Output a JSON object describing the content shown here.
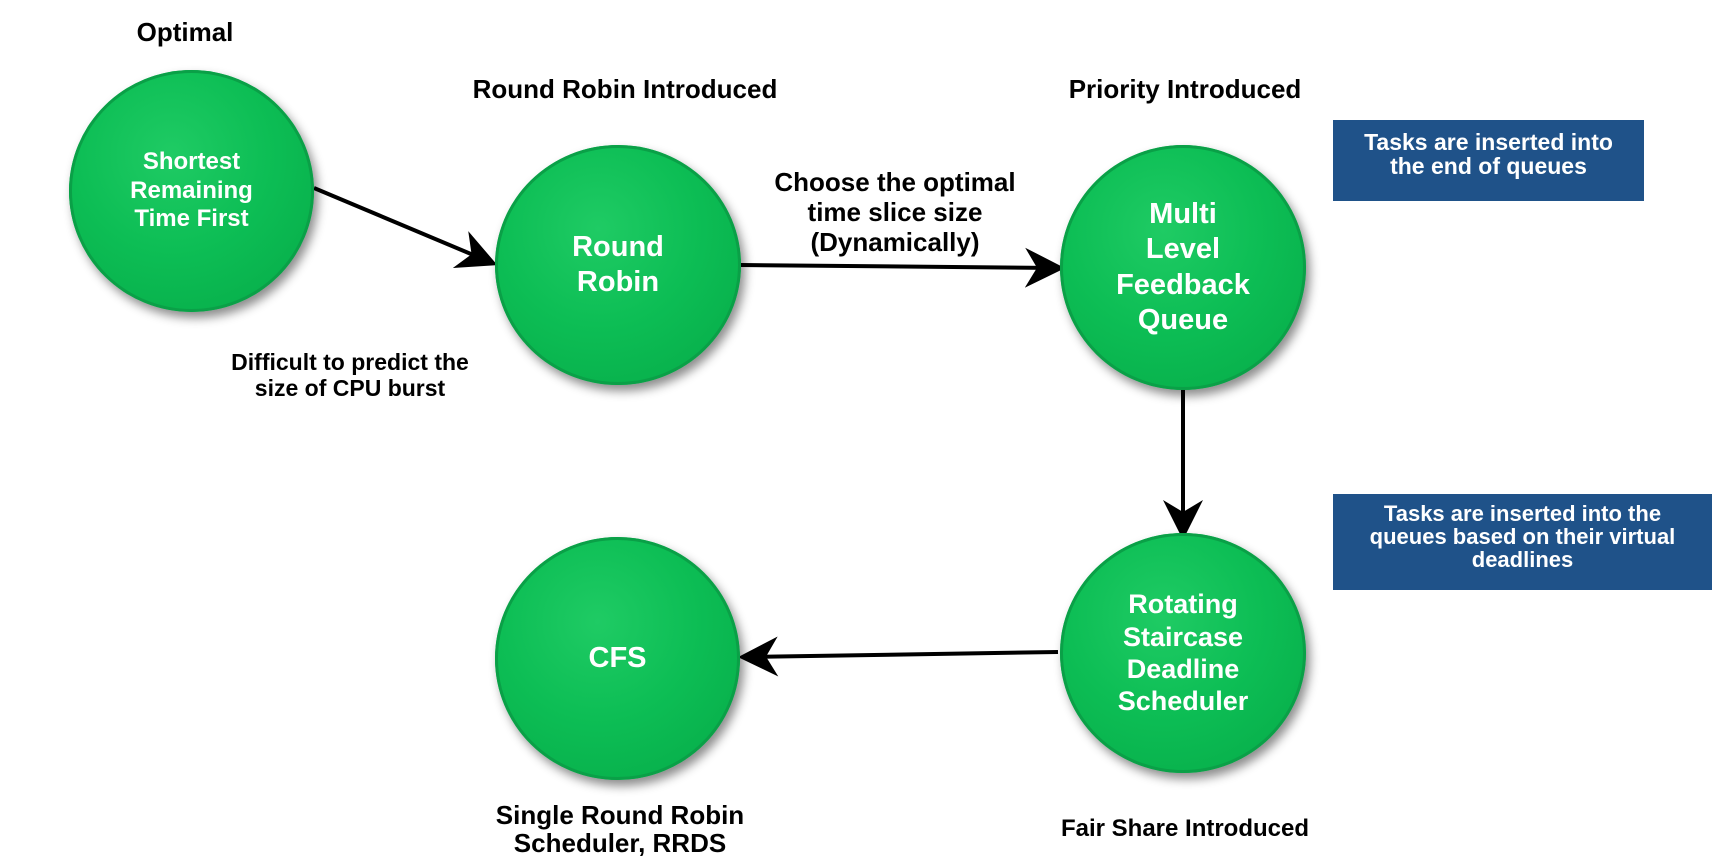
{
  "nodes": {
    "srtf": "Shortest\nRemaining\nTime First",
    "round_robin": "Round\nRobin",
    "mlfq": "Multi\nLevel\nFeedback\nQueue",
    "rsdl": "Rotating\nStaircase\nDeadline\nScheduler",
    "cfs": "CFS"
  },
  "labels": {
    "optimal": "Optimal",
    "round_robin_introduced": "Round Robin Introduced",
    "priority_introduced": "Priority Introduced",
    "fair_share_introduced": "Fair Share Introduced",
    "difficult_predict": "Difficult to predict the\nsize of CPU burst",
    "choose_time_slice": "Choose the optimal\ntime slice size\n(Dynamically)",
    "single_rr": "Single Round Robin\nScheduler, RRDS"
  },
  "callouts": {
    "end_of_queues": "Tasks are inserted into\nthe end of queues",
    "virtual_deadlines": "Tasks are inserted into the\nqueues based on their virtual\ndeadlines"
  },
  "colors": {
    "node_green": "#0dbe55",
    "callout_blue": "#1f5289",
    "arrow": "#000000",
    "text_white": "#ffffff"
  }
}
